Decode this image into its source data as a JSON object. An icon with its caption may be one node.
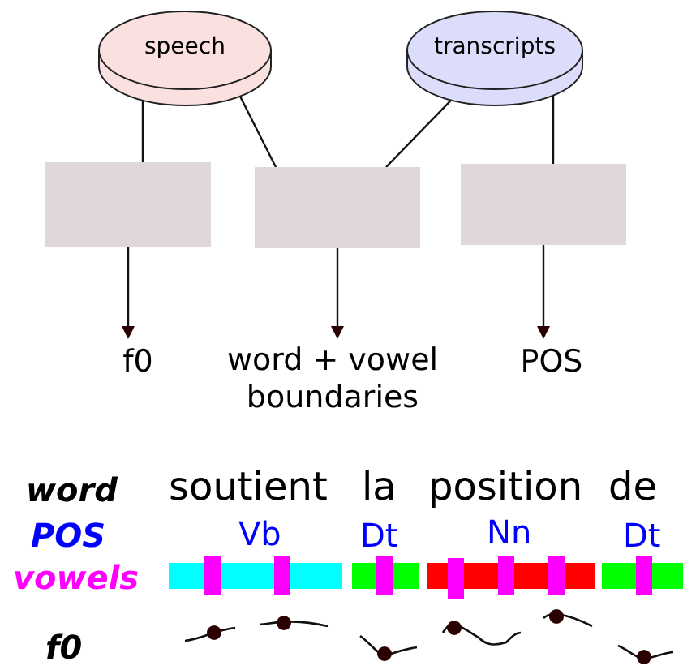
{
  "diagram": {
    "nodes": [
      {
        "text": [
          "speech"
        ]
      },
      {
        "text": [
          "transcripts"
        ]
      },
      {
        "text": [],
        "shape": "box"
      },
      {
        "text": [],
        "shape": "box"
      },
      {
        "text": [],
        "shape": "box"
      },
      {
        "text": [
          "f0"
        ]
      },
      {
        "text": [
          "word + vowel boundaries"
        ]
      },
      {
        "text": [
          "POS"
        ]
      }
    ],
    "edges": [
      {
        "from": 0,
        "to": 2,
        "arrow": "none"
      },
      {
        "from": 0,
        "to": 3,
        "arrow": "none"
      },
      {
        "from": 1,
        "to": 3,
        "arrow": "none"
      },
      {
        "from": 1,
        "to": 4,
        "arrow": "none"
      },
      {
        "from": 2,
        "to": 5,
        "arrow": "to"
      },
      {
        "from": 3,
        "to": 6,
        "arrow": "to"
      },
      {
        "from": 4,
        "to": 7,
        "arrow": "to"
      }
    ],
    "labels": [
      "word",
      "soutient",
      "la",
      "position",
      "de",
      "POS",
      "Vb",
      "Dt",
      "Nn",
      "Dt",
      "vowels",
      "f0"
    ]
  }
}
